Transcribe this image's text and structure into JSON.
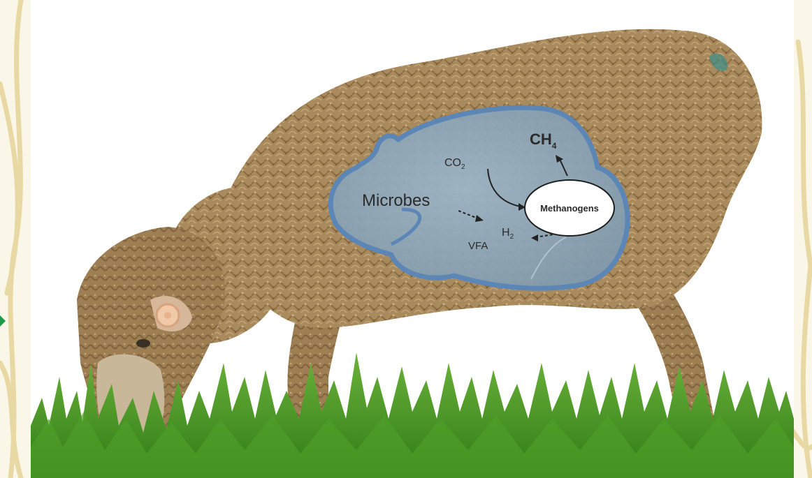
{
  "diagram": {
    "labels": {
      "microbes": "Microbes",
      "co2": "CO",
      "co2_sub": "2",
      "methanogens": "Methanogens",
      "ch4": "CH",
      "ch4_sub": "4",
      "h2": "H",
      "h2_sub": "2",
      "vfa": "VFA"
    }
  },
  "colors": {
    "background_cream": "#fbf7e8",
    "swirl_gold": "#e8d9a4",
    "rumen_fill": "#7f9fb8",
    "rumen_outline": "#5b86b5",
    "grass": "#3f8f1f",
    "wool": "#a6865a",
    "marker_green": "#1f9a4a"
  },
  "icons": [
    "sheep-illustration",
    "rumen-shape",
    "grass",
    "ear-tag"
  ]
}
